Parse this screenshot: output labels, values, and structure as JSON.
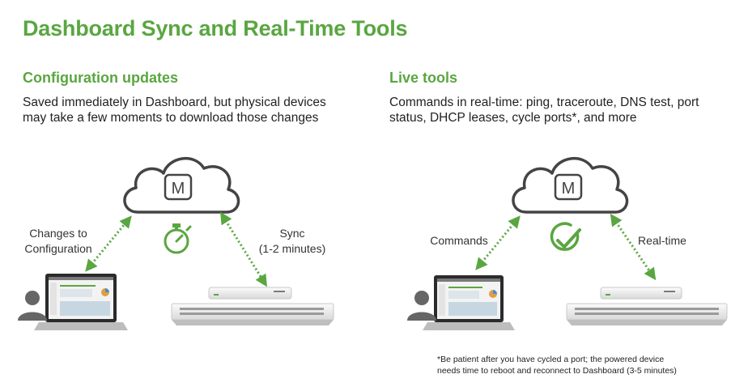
{
  "title": "Dashboard Sync and Real-Time Tools",
  "colors": {
    "green": "#5aa641",
    "dark_gray": "#444444"
  },
  "left": {
    "heading": "Configuration updates",
    "description_line1": "Saved immediately in Dashboard, but physical devices",
    "description_line2": "may take a few moments to download those changes",
    "cloud_letter": "M",
    "center_icon": "stopwatch-icon",
    "label_left_line1": "Changes to",
    "label_left_line2": "Configuration",
    "label_right_line1": "Sync",
    "label_right_line2": "(1-2 minutes)"
  },
  "right": {
    "heading": "Live tools",
    "description_line1": "Commands in real-time: ping, traceroute, DNS test, port",
    "description_line2": "status, DHCP leases, cycle ports*, and more",
    "cloud_letter": "M",
    "center_icon": "checkmark-circle-icon",
    "label_left": "Commands",
    "label_right": "Real-time"
  },
  "footnote_line1": "*Be patient after you have cycled a port; the powered device",
  "footnote_line2": "needs time to reboot and reconnect to Dashboard (3-5 minutes)"
}
